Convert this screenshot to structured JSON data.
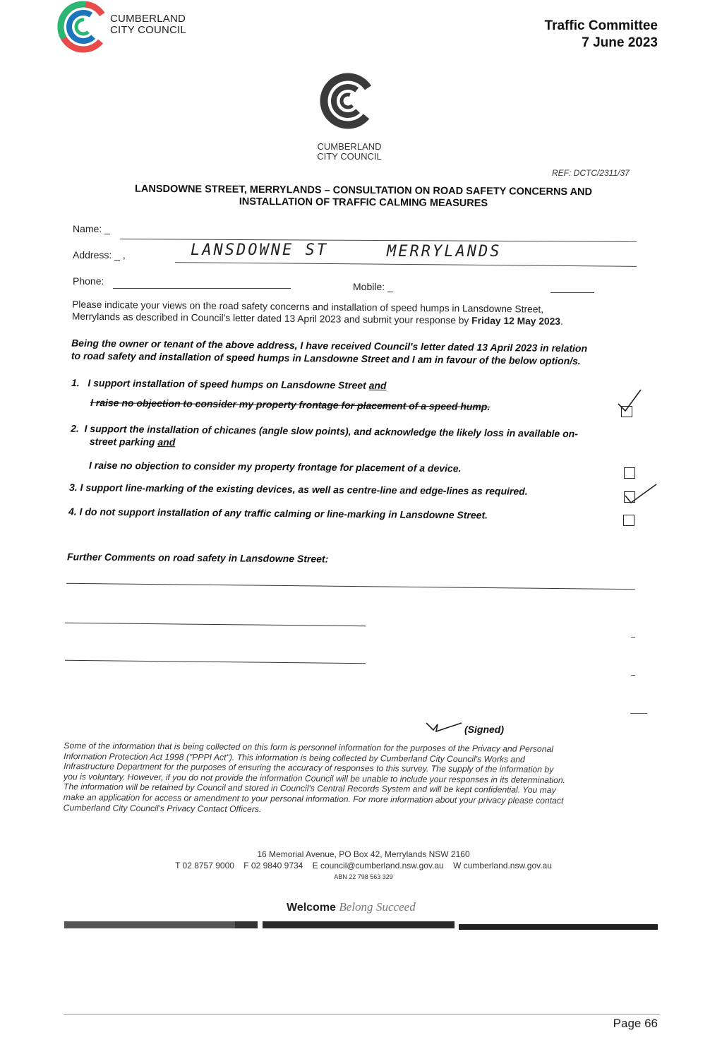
{
  "header": {
    "logo_line1": "CUMBERLAND",
    "logo_line2": "CITY COUNCIL",
    "committee": "Traffic Committee",
    "date": "7 June 2023"
  },
  "scan_logo": {
    "line1": "CUMBERLAND",
    "line2": "CITY COUNCIL"
  },
  "ref": "REF: DCTC/2311/37",
  "title_line1": "LANSDOWNE STREET, MERRYLANDS – CONSULTATION ON ROAD SAFETY CONCERNS AND",
  "title_line2": "INSTALLATION OF TRAFFIC CALMING MEASURES",
  "form": {
    "name_label": "Name: _",
    "address_label": "Address: _ ,",
    "address_value_1": "LANSDOWNE ST",
    "address_value_2": "MERRYLANDS",
    "phone_label": "Phone:",
    "mobile_label": "Mobile: _"
  },
  "intro": {
    "line1": "Please indicate your views on the road safety concerns and installation of speed humps in Lansdowne Street,",
    "line2_a": "Merrylands as described in Council's letter dated 13 April 2023 and submit your response by ",
    "line2_b": "Friday 12 May 2023",
    "line2_c": "."
  },
  "statement_line1": "Being the owner or tenant of the above address, I have received Council's letter dated 13 April 2023 in relation",
  "statement_line2": "to road safety and installation of speed humps in Lansdowne Street and I am in favour of the below option/s.",
  "options": [
    {
      "num": "1.",
      "text": "I support installation of speed humps on Lansdowne Street",
      "and": "and",
      "sub": "I raise no objection to consider my property frontage for placement of a speed hump.",
      "checked": true
    },
    {
      "num": "2.",
      "text": "I support the installation of chicanes (angle slow points), and acknowledge the likely loss in available on-",
      "text2": "street parking",
      "and": "and",
      "sub": "I raise no objection to consider my property frontage for placement of a device.",
      "checked": false
    },
    {
      "num": "3.",
      "text": "I support line-marking of the existing devices, as well as centre-line and edge-lines as required.",
      "checked": true
    },
    {
      "num": "4.",
      "text": "I do not support installation of any traffic calming or line-marking in Lansdowne Street.",
      "checked": false
    }
  ],
  "comments_label": "Further Comments on road safety in Lansdowne Street:",
  "signed_label": "(Signed)",
  "privacy": [
    "Some of the information that is being collected on this form is personnel information for the purposes of the Privacy and Personal",
    "Information Protection Act 1998 (\"PPPI Act\"). This information is being collected by Cumberland City Council's Works and",
    "Infrastructure Department for the purposes of ensuring the accuracy of responses to this survey. The supply of the information by",
    "you is voluntary. However, if you do not provide the information Council will be unable to include your responses in its determination.",
    "The information will be retained by Council and stored in Council's Central Records System and will be kept confidential. You may",
    "make an application for access or amendment to your personal information. For more information about your privacy please contact",
    "Cumberland City Council's Privacy Contact Officers."
  ],
  "footer": {
    "address": "16 Memorial Avenue, PO Box 42, Merrylands NSW 2160",
    "contacts": "T 02 8757 9000    F 02 9840 9734    E council@cumberland.nsw.gov.au    W cumberland.nsw.gov.au",
    "abn": "ABN 22 798 563 329",
    "welcome": "Welcome",
    "belong": "Belong",
    "succeed": "Succeed"
  },
  "page": "Page 66",
  "colors": {
    "logo_green": "#2bb673",
    "logo_blue": "#1c75bc",
    "logo_red": "#e94b4b",
    "ink": "#1a1a1a"
  }
}
